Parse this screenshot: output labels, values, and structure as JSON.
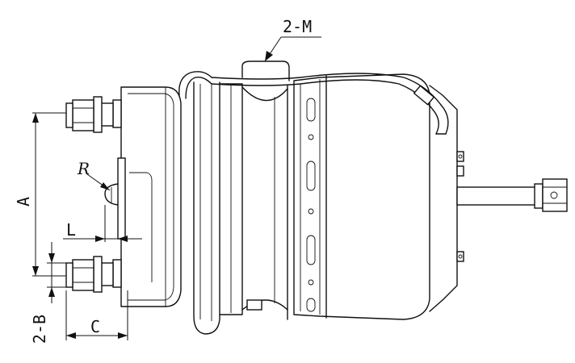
{
  "labels": {
    "port_spec": "2-M",
    "radius": "R",
    "center_distance": "A",
    "offset": "L",
    "bolt_spec": "2-B",
    "bolt_spacing": "C"
  }
}
